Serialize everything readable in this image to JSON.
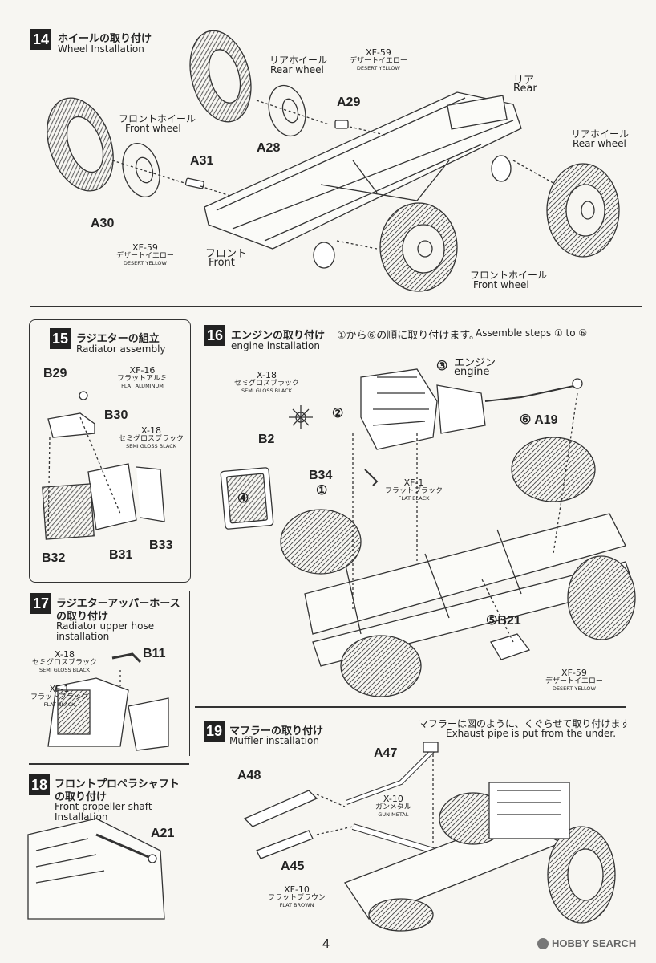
{
  "step14": {
    "num": "14",
    "title_jp": "ホイールの取り付け",
    "title_en": "Wheel Installation",
    "rear_wheel_jp": "リアホイール",
    "rear_wheel_en": "Rear wheel",
    "front_wheel_jp": "フロントホイール",
    "front_wheel_en": "Front wheel",
    "rear_jp": "リア",
    "rear_en": "Rear",
    "front_jp": "フロント",
    "front_en": "Front",
    "rear_wheel2_jp": "リアホイール",
    "rear_wheel2_en": "Rear wheel",
    "front_wheel2_jp": "フロントホイール",
    "front_wheel2_en": "Front wheel",
    "parts": {
      "a28": "A28",
      "a29": "A29",
      "a30": "A30",
      "a31": "A31"
    },
    "paint1": {
      "code": "XF-59",
      "jp": "デザートイエロー",
      "en": "DESERT YELLOW"
    },
    "paint2": {
      "code": "XF-59",
      "jp": "デザートイエロー",
      "en": "DESERT YELLOW"
    }
  },
  "step15": {
    "num": "15",
    "title_jp": "ラジエターの組立",
    "title_en": "Radiator assembly",
    "parts": {
      "b29": "B29",
      "b30": "B30",
      "b31": "B31",
      "b32": "B32",
      "b33": "B33"
    },
    "paint_al": {
      "code": "XF-16",
      "jp": "フラットアルミ",
      "en": "FLAT ALUMINUM"
    },
    "paint_sgb": {
      "code": "X-18",
      "jp": "セミグロスブラック",
      "en": "SEMI GLOSS BLACK"
    }
  },
  "step16": {
    "num": "16",
    "title_jp": "エンジンの取り付け",
    "title_en": "engine installation",
    "note_jp": "①から⑥の順に取り付けます。",
    "note_en": "Assemble steps ① to ⑥",
    "engine_jp": "エンジン",
    "engine_en": "engine",
    "engine_step": "③",
    "step2": "②",
    "step4": "④",
    "parts": {
      "b2": "B2",
      "b34": "B34",
      "b34_step": "①",
      "a19": "⑥ A19",
      "b21": "⑤B21"
    },
    "paint_sgb": {
      "code": "X-18",
      "jp": "セミグロスブラック",
      "en": "SEMI GLOSS BLACK"
    },
    "paint_fb": {
      "code": "XF-1",
      "jp": "フラットブラック",
      "en": "FLAT BLACK"
    },
    "paint_dy": {
      "code": "XF-59",
      "jp": "デザートイエロー",
      "en": "DESERT YELLOW"
    }
  },
  "step17": {
    "num": "17",
    "title_jp1": "ラジエターアッパーホース",
    "title_jp2": "の取り付け",
    "title_en1": "Radiator upper hose",
    "title_en2": "installation",
    "parts": {
      "b11": "B11"
    },
    "paint_sgb": {
      "code": "X-18",
      "jp": "セミグロスブラック",
      "en": "SEMI GLOSS BLACK"
    },
    "paint_fb": {
      "code": "XF-1",
      "jp": "フラットブラック",
      "en": "FLAT BLACK"
    }
  },
  "step18": {
    "num": "18",
    "title_jp1": "フロントプロペラシャフト",
    "title_jp2": "の取り付け",
    "title_en1": "Front propeller shaft",
    "title_en2": "Installation",
    "parts": {
      "a21": "A21"
    }
  },
  "step19": {
    "num": "19",
    "title_jp": "マフラーの取り付け",
    "title_en": "Muffler installation",
    "note_jp": "マフラーは図のように、くぐらせて取り付けます",
    "note_en": "Exhaust pipe is put from the under.",
    "parts": {
      "a45": "A45",
      "a47": "A47",
      "a48": "A48"
    },
    "paint_gm": {
      "code": "X-10",
      "jp": "ガンメタル",
      "en": "GUN METAL"
    },
    "paint_fbr": {
      "code": "XF-10",
      "jp": "フラットブラウン",
      "en": "FLAT BROWN"
    }
  },
  "page_number": "4",
  "watermark": "HOBBY SEARCH"
}
